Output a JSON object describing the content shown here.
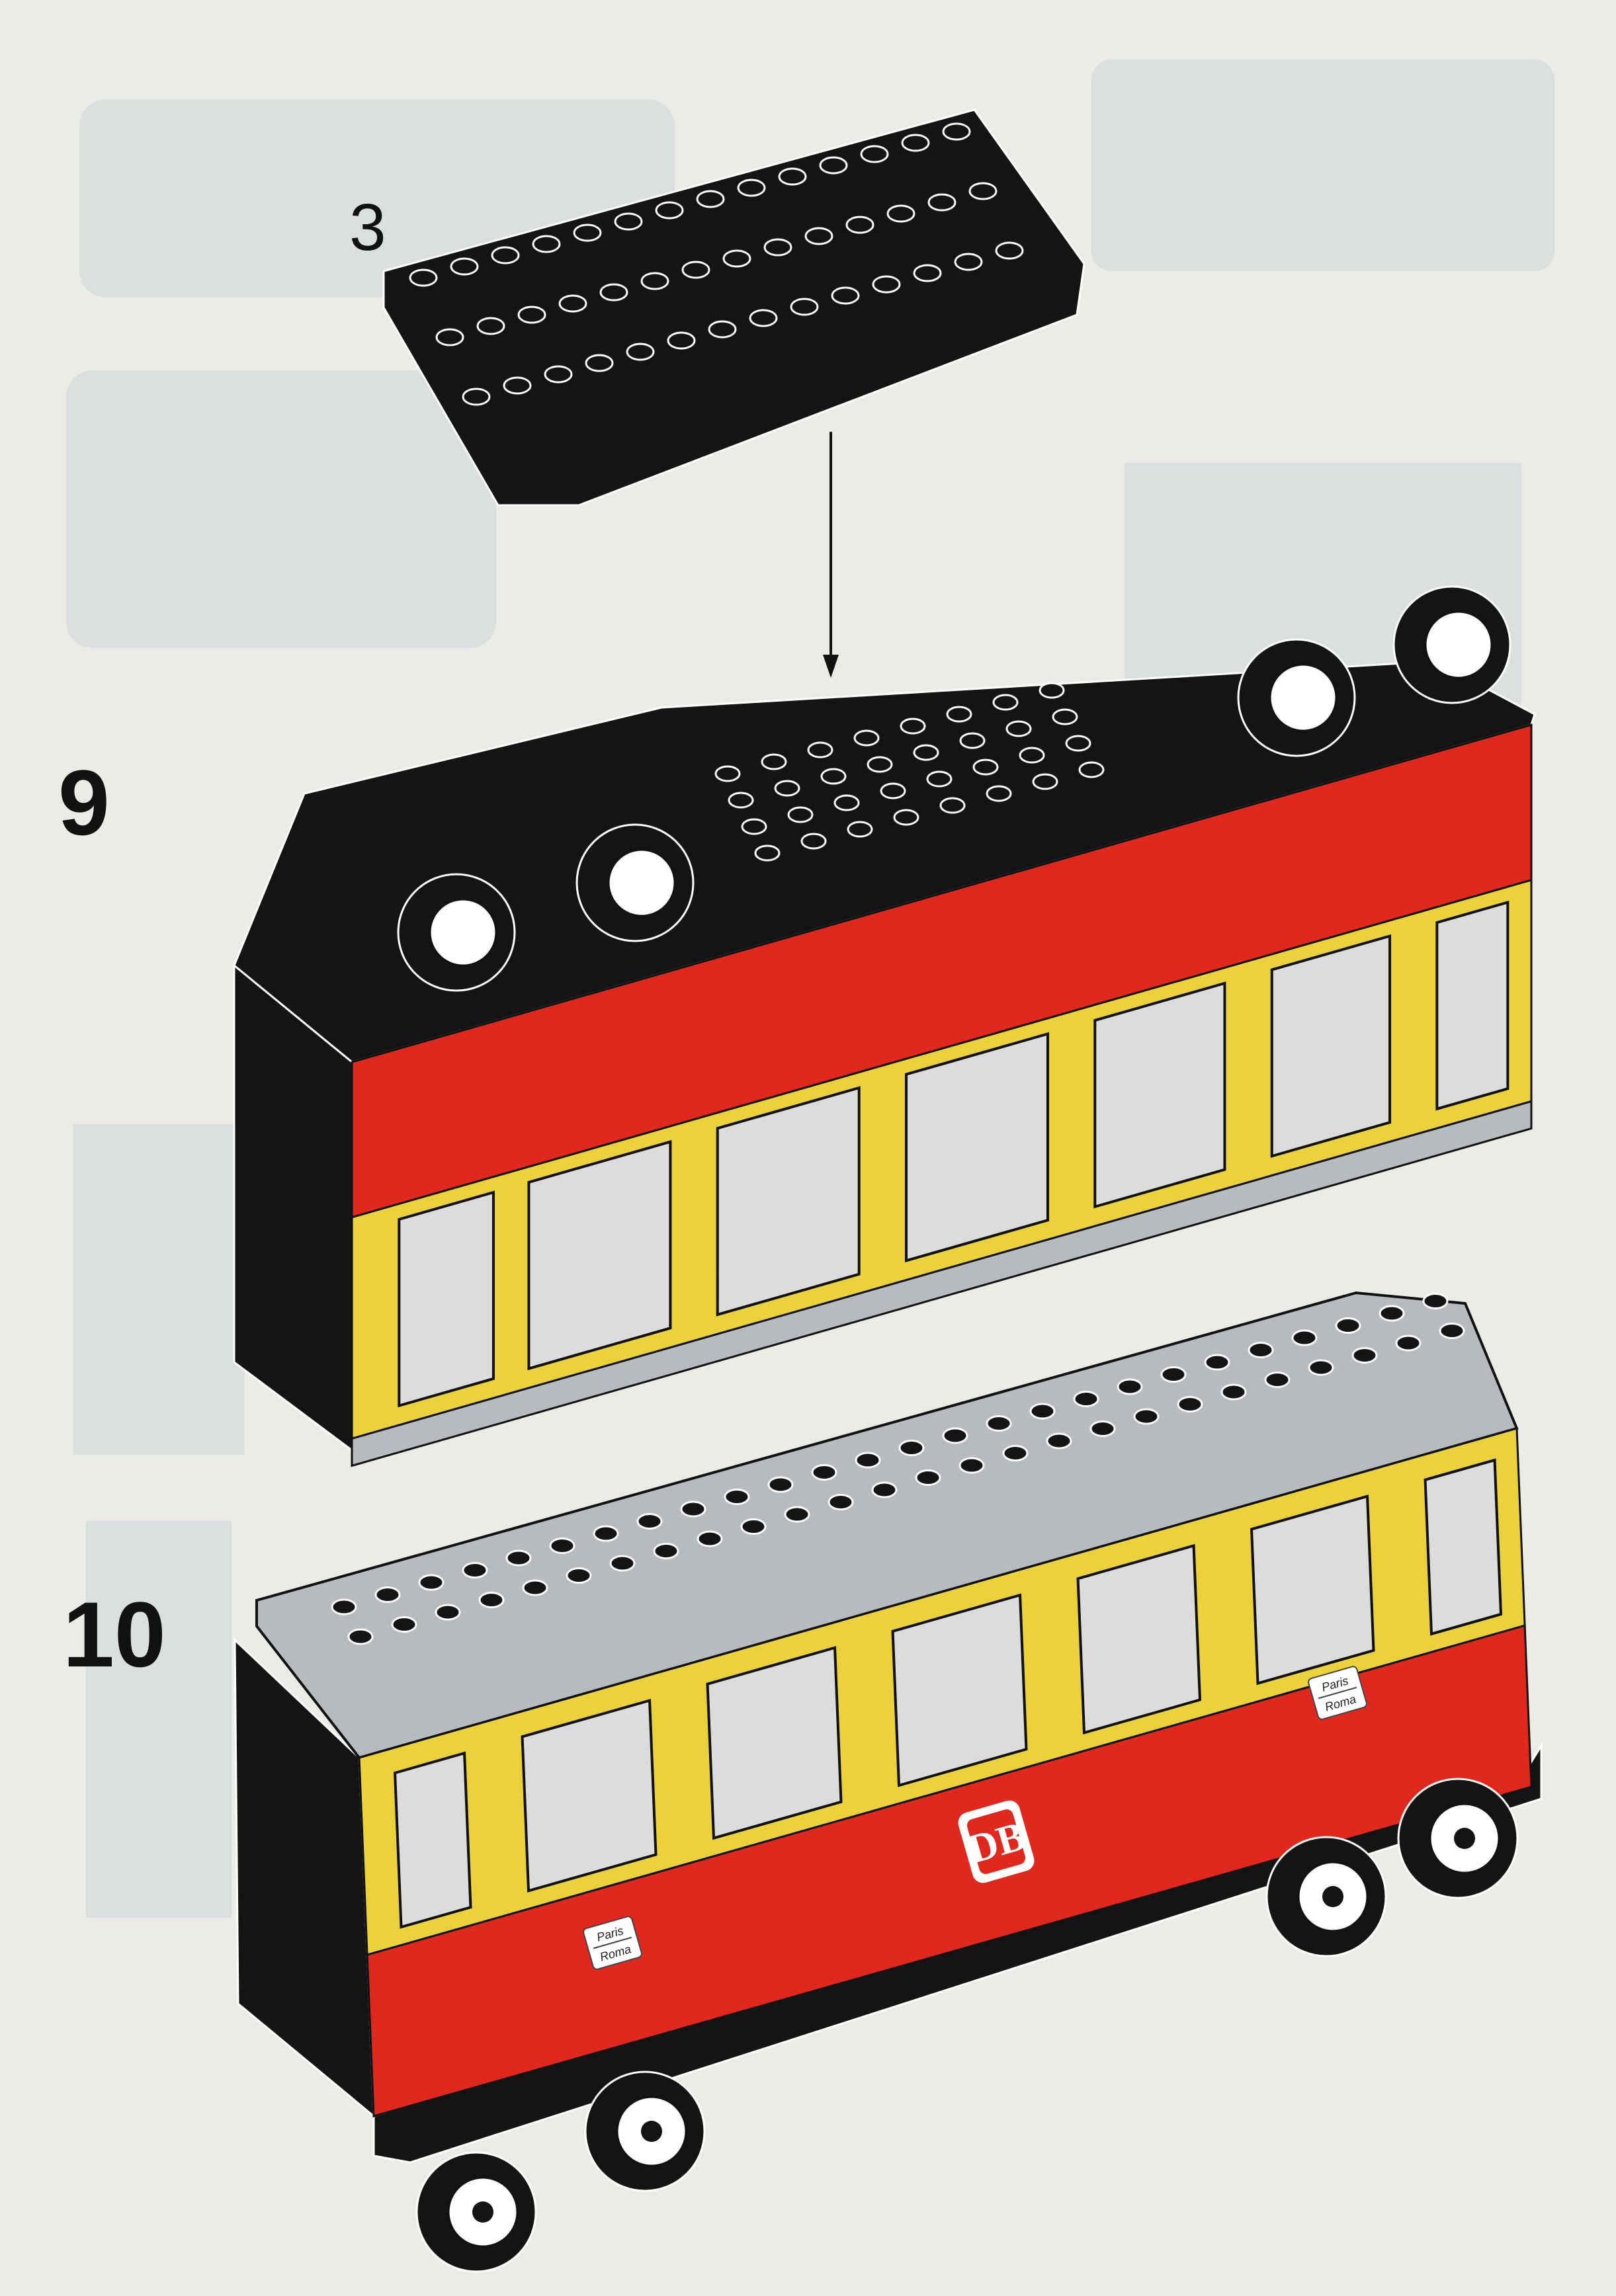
{
  "steps": {
    "sub_step": "3",
    "step_9": "9",
    "step_10": "10"
  },
  "logo": {
    "text": "DB"
  },
  "destination_signs": [
    {
      "line1": "Paris",
      "line2": "Roma"
    },
    {
      "line1": "Paris",
      "line2": "Roma"
    }
  ],
  "colors": {
    "paper": "#ecebe6",
    "brick_black": "#141414",
    "red": "#e0281e",
    "yellow": "#ecd23a",
    "gray": "#b7bbbf",
    "window": "#dcdcdc"
  }
}
